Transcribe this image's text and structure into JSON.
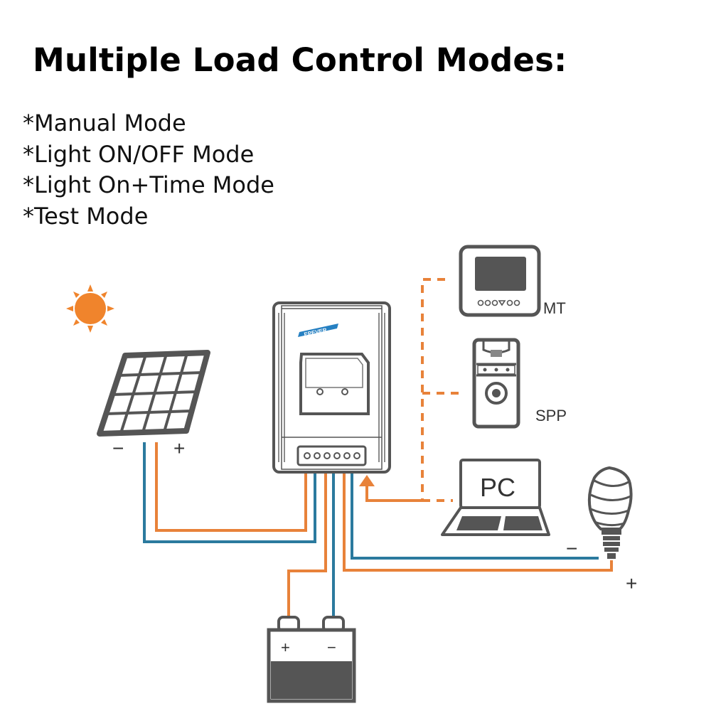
{
  "title": "Multiple Load Control Modes:",
  "modes": [
    "*Manual Mode",
    "*Light ON/OFF Mode",
    "*Light On+Time Mode",
    "*Test Mode"
  ],
  "diagram": {
    "controller_brand": "EPEVER",
    "devices": {
      "mt": "MT",
      "spp": "SPP",
      "pc": "PC"
    },
    "polarity": {
      "panel_negative": "−",
      "panel_positive": "+",
      "battery_positive": "+",
      "battery_negative": "−",
      "load_negative": "−",
      "load_positive": "+"
    },
    "colors": {
      "positive_wire": "#e8823a",
      "negative_wire": "#2b7a9e",
      "outline": "#555555",
      "sun": "#f0842c"
    }
  }
}
